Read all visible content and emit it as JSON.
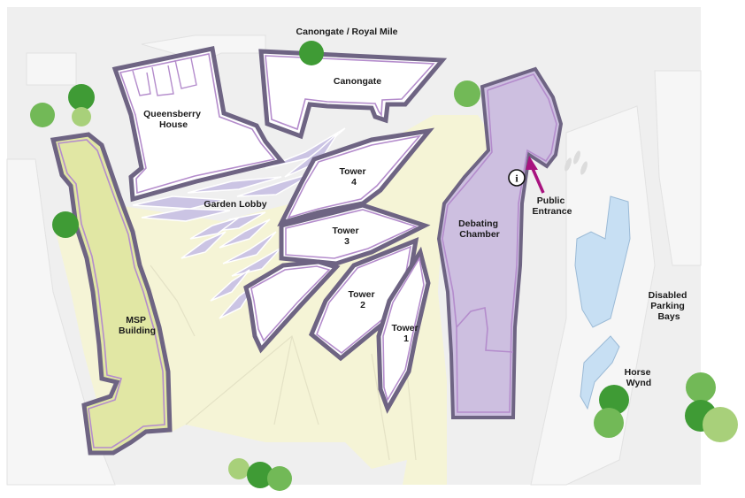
{
  "labels": {
    "canongate_royal_mile": "Canongate  / Royal Mile",
    "canongate": "Canongate",
    "queensberry_house": [
      "Queensberry",
      "House"
    ],
    "garden_lobby": "Garden Lobby",
    "tower4": [
      "Tower",
      "4"
    ],
    "tower3": [
      "Tower",
      "3"
    ],
    "tower2": [
      "Tower",
      "2"
    ],
    "tower1": [
      "Tower",
      "1"
    ],
    "debating_chamber": [
      "Debating",
      "Chamber"
    ],
    "msp_building": [
      "MSP",
      "Building"
    ],
    "public_entrance": [
      "Public",
      "Entrance"
    ],
    "disabled_parking": [
      "Disabled",
      "Parking",
      "Bays"
    ],
    "horse_wynd": [
      "Horse",
      "Wynd"
    ],
    "info_symbol": "i"
  },
  "colors": {
    "background": "#ffffff",
    "ground": "#efefef",
    "pale_yellow_grounds": "#f5f4d6",
    "building_outline": "#6e6483",
    "building_inner_outline": "#b48ccc",
    "debating_chamber_fill": "#cdbfe0",
    "msp_building_fill": "#e1e7a4",
    "garden_lobby_roof": "#cbc4e4",
    "water": "#c7dff3",
    "tree_dark": "#3f9b35",
    "tree_mid": "#72b957",
    "tree_light": "#a8d07a",
    "entrance_arrow": "#a8137f"
  },
  "icons": {
    "info": "info-circle-icon",
    "entrance": "arrow-icon"
  }
}
